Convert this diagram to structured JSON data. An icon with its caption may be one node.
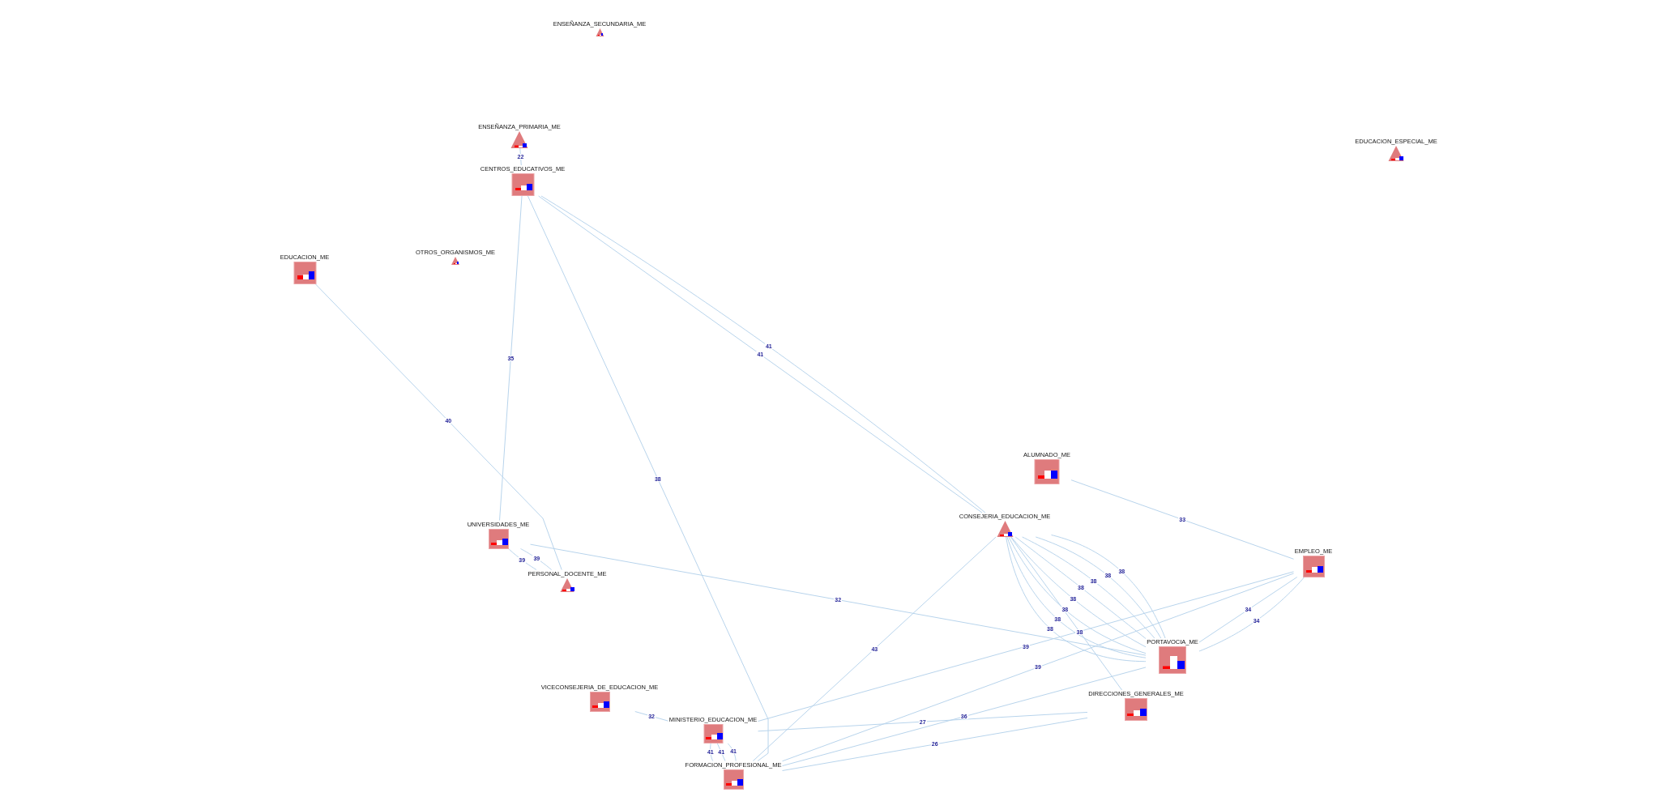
{
  "diagram": {
    "nodes": [
      {
        "text": [
          "ENSEÑANZA_SECUNDARIA_ME"
        ]
      },
      {
        "text": [
          "ENSEÑANZA_PRIMARIA_ME"
        ]
      },
      {
        "text": [
          "EDUCACION_ESPECIAL_ME"
        ]
      },
      {
        "text": [
          "CENTROS_EDUCATIVOS_ME"
        ]
      },
      {
        "text": [
          "OTROS_ORGANISMOS_ME"
        ]
      },
      {
        "text": [
          "EDUCACION_ME"
        ]
      },
      {
        "text": [
          "ALUMNADO_ME"
        ]
      },
      {
        "text": [
          "CONSEJERIA_EDUCACION_ME"
        ]
      },
      {
        "text": [
          "UNIVERSIDADES_ME"
        ]
      },
      {
        "text": [
          "EMPLEO_ME"
        ]
      },
      {
        "text": [
          "PERSONAL_DOCENTE_ME"
        ]
      },
      {
        "text": [
          "PORTAVOCIA_ME"
        ]
      },
      {
        "text": [
          "DIRECCIONES_GENERALES_ME"
        ]
      },
      {
        "text": [
          "VICECONSEJERIA_DE_EDUCACION_ME"
        ]
      },
      {
        "text": [
          "MINISTERIO_EDUCACION_ME"
        ]
      },
      {
        "text": [
          "FORMACION_PROFESIONAL_ME"
        ]
      }
    ],
    "edges": [
      {
        "from": 1,
        "to": 3,
        "arrow": "none",
        "label": "22"
      },
      {
        "from": 3,
        "to": 8,
        "arrow": "none",
        "label": "35"
      },
      {
        "from": 3,
        "to": 15,
        "arrow": "none",
        "label": "38"
      },
      {
        "from": 3,
        "to": 7,
        "arrow": "none",
        "label": "41"
      },
      {
        "from": 3,
        "to": 7,
        "arrow": "none",
        "label": "41"
      },
      {
        "from": 5,
        "to": 10,
        "arrow": "none",
        "label": "40"
      },
      {
        "from": 8,
        "to": 10,
        "arrow": "none",
        "label": "39"
      },
      {
        "from": 8,
        "to": 10,
        "arrow": "none",
        "label": "39"
      },
      {
        "from": 8,
        "to": 11,
        "arrow": "none",
        "label": "32"
      },
      {
        "from": 6,
        "to": 9,
        "arrow": "none",
        "label": "33"
      },
      {
        "from": 7,
        "to": 11,
        "arrow": "none",
        "label": "38"
      },
      {
        "from": 7,
        "to": 11,
        "arrow": "none",
        "label": "38"
      },
      {
        "from": 7,
        "to": 11,
        "arrow": "none",
        "label": "38"
      },
      {
        "from": 7,
        "to": 11,
        "arrow": "none",
        "label": "38"
      },
      {
        "from": 7,
        "to": 11,
        "arrow": "none",
        "label": "38"
      },
      {
        "from": 7,
        "to": 11,
        "arrow": "none",
        "label": "38"
      },
      {
        "from": 7,
        "to": 11,
        "arrow": "none",
        "label": "38"
      },
      {
        "from": 7,
        "to": 11,
        "arrow": "none",
        "label": "38"
      },
      {
        "from": 7,
        "to": 12,
        "arrow": "none",
        "label": "38"
      },
      {
        "from": 7,
        "to": 15,
        "arrow": "none",
        "label": "43"
      },
      {
        "from": 9,
        "to": 11,
        "arrow": "none",
        "label": "34"
      },
      {
        "from": 9,
        "to": 11,
        "arrow": "none",
        "label": "34"
      },
      {
        "from": 9,
        "to": 14,
        "arrow": "none",
        "label": "39"
      },
      {
        "from": 9,
        "to": 15,
        "arrow": "none",
        "label": "39"
      },
      {
        "from": 11,
        "to": 15,
        "arrow": "none",
        "label": "36"
      },
      {
        "from": 12,
        "to": 14,
        "arrow": "none",
        "label": "27"
      },
      {
        "from": 12,
        "to": 15,
        "arrow": "none",
        "label": "26"
      },
      {
        "from": 13,
        "to": 14,
        "arrow": "none",
        "label": "32"
      },
      {
        "from": 14,
        "to": 15,
        "arrow": "none",
        "label": "41"
      },
      {
        "from": 14,
        "to": 15,
        "arrow": "none",
        "label": "41"
      },
      {
        "from": 14,
        "to": 15,
        "arrow": "none",
        "label": "41"
      }
    ]
  }
}
